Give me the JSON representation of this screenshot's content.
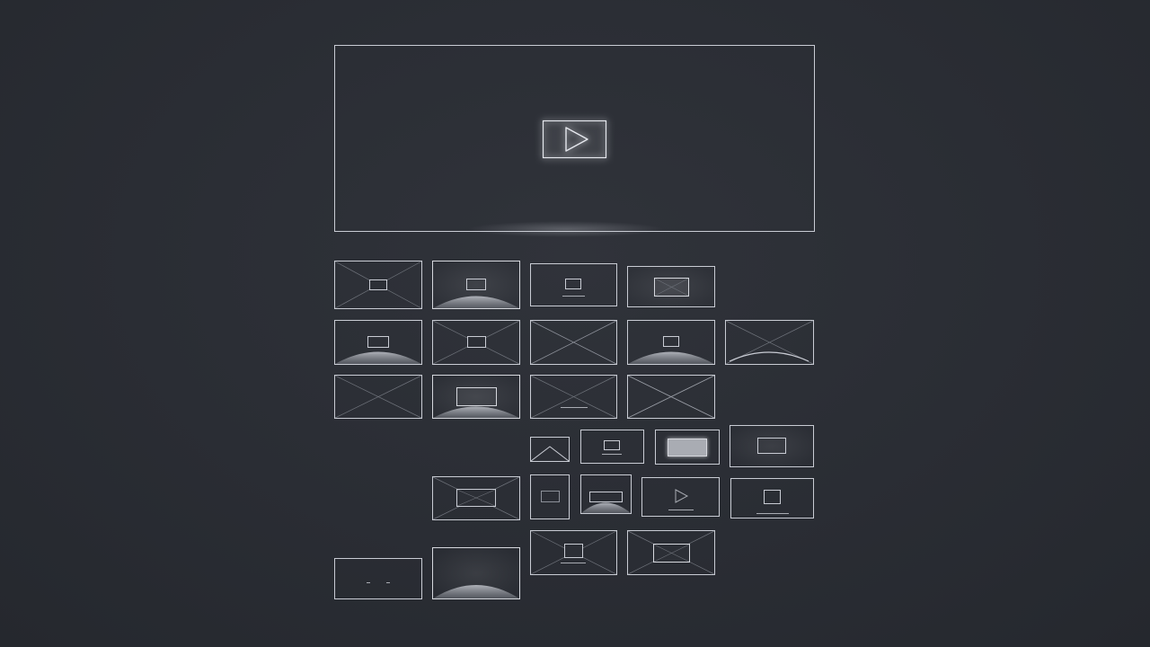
{
  "colors": {
    "background": "#2a2d34",
    "stroke": "#c9ccd4",
    "stroke_dim": "#8c9099",
    "fill_light": "#a9acb3",
    "glow": "#e6e8ee"
  },
  "hero": {
    "icon": "play-icon"
  },
  "thumbnails": [
    {
      "name": "thumb-r1-c1",
      "type": "image-placeholder"
    },
    {
      "name": "thumb-r1-c2",
      "type": "image-placeholder"
    },
    {
      "name": "thumb-r1-c3",
      "type": "video-placeholder"
    },
    {
      "name": "thumb-r1-c4",
      "type": "image-placeholder"
    },
    {
      "name": "thumb-r2-c1",
      "type": "image-placeholder"
    },
    {
      "name": "thumb-r2-c2",
      "type": "image-placeholder"
    },
    {
      "name": "thumb-r2-c3",
      "type": "image-placeholder"
    },
    {
      "name": "thumb-r2-c4",
      "type": "image-placeholder"
    },
    {
      "name": "thumb-r2-c5",
      "type": "image-placeholder"
    },
    {
      "name": "thumb-r3-c1",
      "type": "image-placeholder"
    },
    {
      "name": "thumb-r3-c2",
      "type": "image-placeholder"
    },
    {
      "name": "thumb-r3-c3",
      "type": "image-placeholder"
    },
    {
      "name": "thumb-r3-c4",
      "type": "image-placeholder"
    },
    {
      "name": "thumb-r4-c1",
      "type": "image-placeholder"
    },
    {
      "name": "thumb-r4-c2",
      "type": "video-placeholder"
    },
    {
      "name": "thumb-r4-c3",
      "type": "image-placeholder"
    },
    {
      "name": "thumb-r4-c4",
      "type": "image-placeholder"
    },
    {
      "name": "thumb-r5-c1",
      "type": "image-placeholder"
    },
    {
      "name": "thumb-r5-c2",
      "type": "image-placeholder"
    },
    {
      "name": "thumb-r5-c3",
      "type": "image-placeholder"
    },
    {
      "name": "thumb-r5-c4",
      "type": "video-placeholder"
    },
    {
      "name": "thumb-r5-c5",
      "type": "video-placeholder"
    },
    {
      "name": "thumb-r6-c1",
      "type": "image-placeholder"
    },
    {
      "name": "thumb-r6-c2",
      "type": "image-placeholder"
    },
    {
      "name": "thumb-r6-c3",
      "type": "image-placeholder"
    },
    {
      "name": "thumb-r6-c4",
      "type": "image-placeholder"
    }
  ]
}
